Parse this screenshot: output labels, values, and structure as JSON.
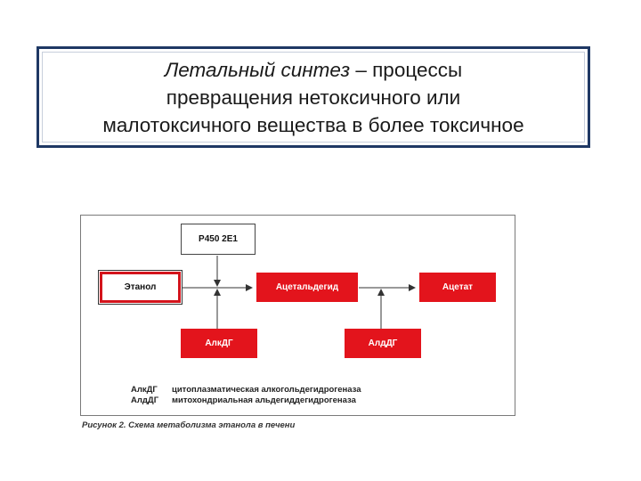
{
  "slide": {
    "title_term": "Летальный синтез",
    "title_rest": " – процессы",
    "title_line2": "превращения нетоксичного или",
    "title_line3": "малотоксичного вещества в более токсичное"
  },
  "diagram": {
    "nodes": {
      "p450": "P450 2E1",
      "ethanol": "Этанол",
      "acetaldehyde": "Ацетальдегид",
      "acetate": "Ацетат",
      "adh": "АлкДГ",
      "aldh": "АлдДГ"
    },
    "legend": [
      {
        "abbr": "АлкДГ",
        "text": "цитоплазматическая алкогольдегидрогеназа"
      },
      {
        "abbr": "АлдДГ",
        "text": "митохондриальная альдегиддегидрогеназа"
      }
    ],
    "caption": "Рисунок 2. Схема метаболизма этанола в печени",
    "colors": {
      "node_red": "#e3141c",
      "frame": "#1f3864"
    }
  }
}
